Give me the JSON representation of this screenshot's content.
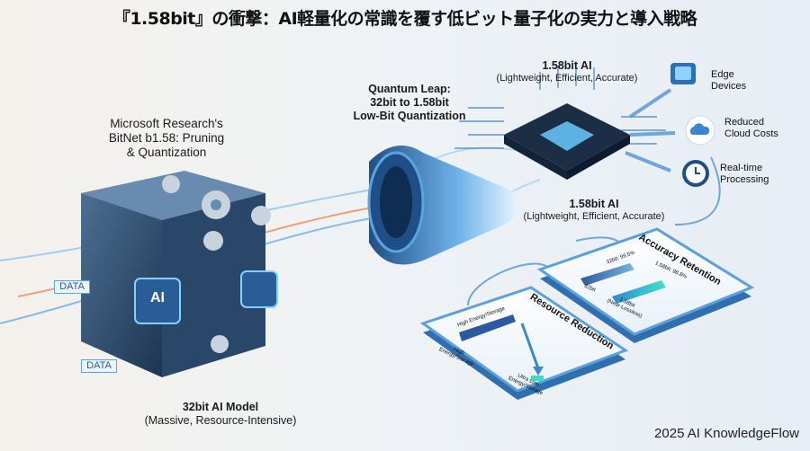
{
  "title": "『1.58bit』の衝撃：AI軽量化の常識を覆す低ビット量子化の実力と導入戦略",
  "bitnet_label": [
    "Microsoft Research's",
    "BitNet b1.58: Pruning",
    "& Quantization"
  ],
  "leap_label": [
    "Quantum Leap:",
    "32bit to 1.58bit",
    "Low-Bit Quantization"
  ],
  "ai_top": {
    "name": "1.58bit AI",
    "desc": "(Lightweight, Efficient, Accurate)"
  },
  "ai_mid": {
    "name": "1.58bit AI",
    "desc": "(Lightweight, Efficient, Accurate)"
  },
  "benefits": [
    {
      "icon": "edge-device-icon",
      "label": [
        "Edge",
        "Devices"
      ]
    },
    {
      "icon": "cloud-icon",
      "label": [
        "Reduced",
        "Cloud Costs"
      ]
    },
    {
      "icon": "clock-icon",
      "label": [
        "Real-time",
        "Processing"
      ]
    }
  ],
  "model": {
    "name": "32bit AI Model",
    "desc": "(Massive, Resource-Intensive)",
    "chip_label": "AI",
    "data_tag": "DATA"
  },
  "accuracy": {
    "title": "Accuracy Retention",
    "bar1": "32bit: 99.5%",
    "bar2": "1.58bit: 98.8%",
    "x1": "32bit",
    "x2": "1.58bit",
    "x2_note": "(Near-Lossless)",
    "values": [
      99.5,
      98.8
    ]
  },
  "resource": {
    "title": "Resource Reduction",
    "axis": "High Energy/Storage",
    "high": "High Energy/Storage",
    "low": "Ultra Low Energy/Storage"
  },
  "footer": "2025 AI KnowledgeFlow",
  "colors": {
    "accent": "#2f7fd0",
    "teal": "#3fd6c6",
    "orange": "#f07a3a",
    "dark": "#1d3550"
  }
}
